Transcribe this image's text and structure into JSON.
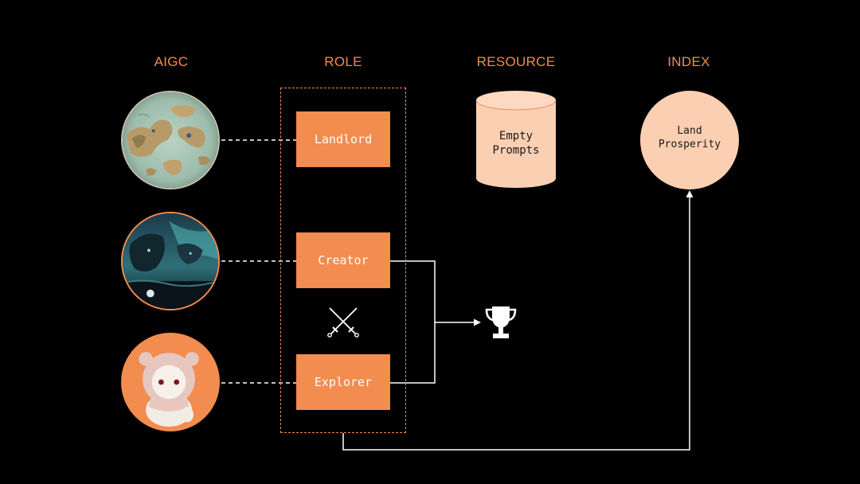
{
  "headers": {
    "aigc": "AIGC",
    "role": "ROLE",
    "resource": "RESOURCE",
    "index": "INDEX"
  },
  "roles": {
    "landlord": "Landlord",
    "creator": "Creator",
    "explorer": "Explorer"
  },
  "resource": {
    "label": "Empty\nPrompts"
  },
  "index": {
    "label": "Land\nProsperity"
  },
  "colors": {
    "accent": "#f28c4f",
    "accent_light": "#fbcfb2",
    "background": "#000000",
    "connector": "#ffffff"
  },
  "icons": {
    "swords": "crossed-swords-icon",
    "trophy": "trophy-icon"
  }
}
